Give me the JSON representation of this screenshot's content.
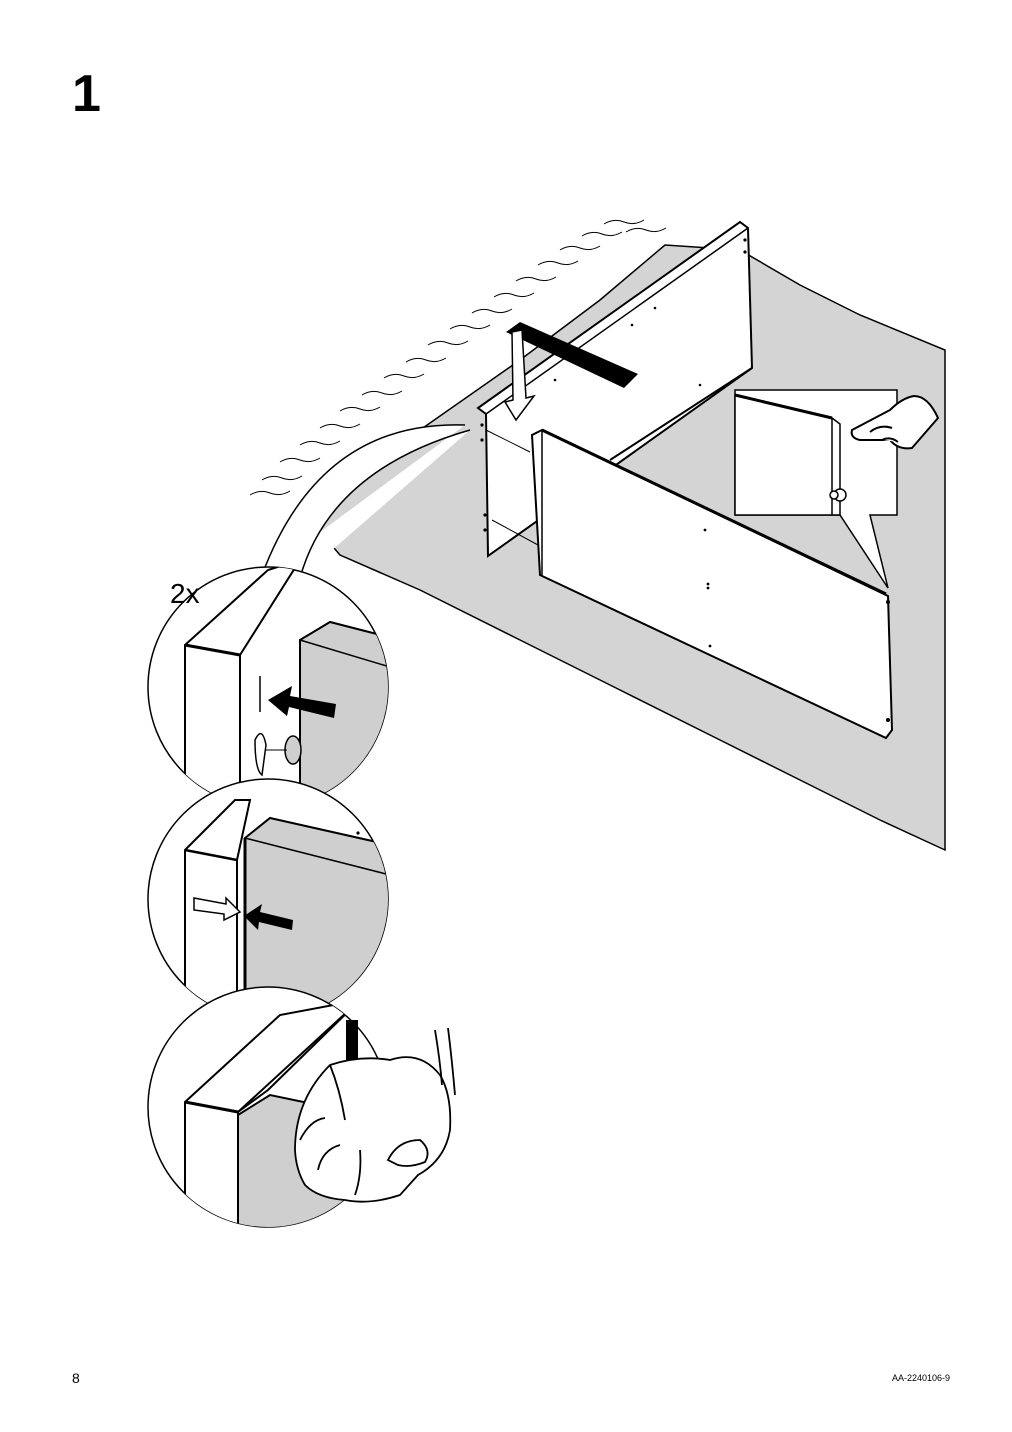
{
  "step": {
    "number": "1"
  },
  "detail": {
    "quantity": "2x"
  },
  "footer": {
    "page_number": "8",
    "document_code": "AA-2240106-9"
  },
  "colors": {
    "floor": "#d4d4d4",
    "panel": "#ffffff",
    "ink": "#000000",
    "detail_fill": "#cfcfcf"
  },
  "icons": [
    "hand-pointing-icon",
    "hand-pressing-icon",
    "insert-arrow-icon",
    "push-arrow-icon",
    "down-arrow-icon"
  ]
}
